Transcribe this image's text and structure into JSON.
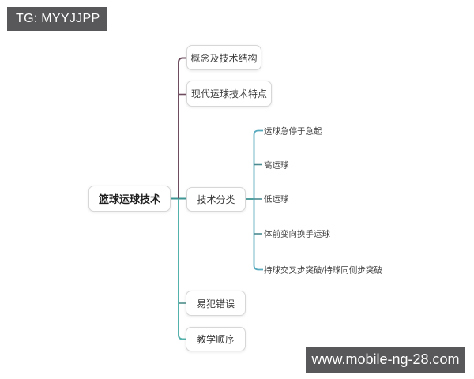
{
  "watermarks": {
    "top": "TG: MYYJJPP",
    "bottom": "www.mobile-ng-28.com",
    "background_color": "#58585a",
    "text_color": "#ffffff"
  },
  "mindmap": {
    "root": {
      "label": "篮球运球技术"
    },
    "branches": [
      {
        "label": "概念及技术结构",
        "color": "#6e4d60"
      },
      {
        "label": "现代运球技术特点",
        "color": "#6e4d60"
      },
      {
        "label": "技术分类",
        "color": "#3f9694",
        "children": [
          "运球急停于急起",
          "高运球",
          "低运球",
          "体前变向换手运球",
          "持球交叉步突破/持球同侧步突破"
        ],
        "children_line_color": "#57a9bd"
      },
      {
        "label": "易犯错误",
        "color": "#54b1ac"
      },
      {
        "label": "教学顺序",
        "color": "#54b1ac"
      }
    ],
    "node_border_color": "#d7d7d7",
    "node_text_color": "#3c3c3c"
  }
}
